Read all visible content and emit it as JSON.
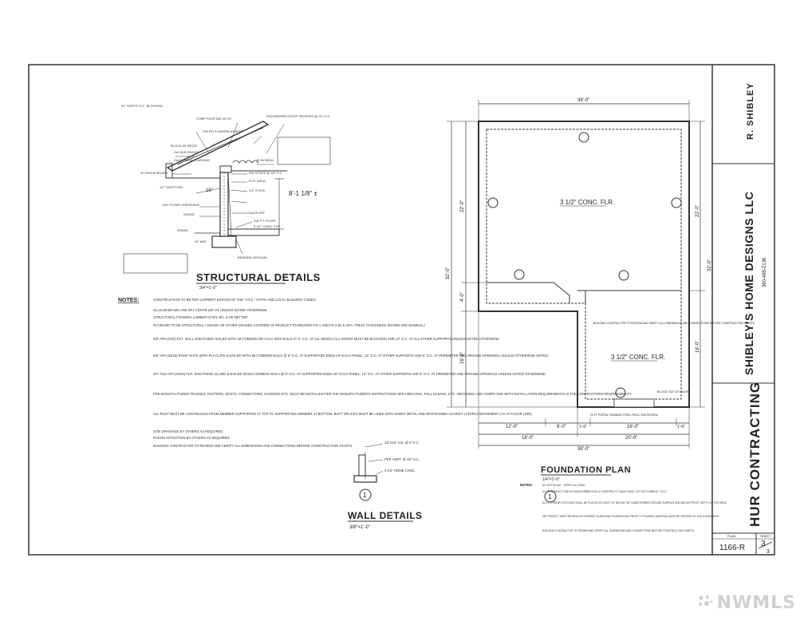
{
  "structural": {
    "title": "STRUCTURAL DETAILS",
    "scale": "3/4\"=1'-0\"",
    "callouts": [
      "24\" SOFFIT O.C. BLOCKING",
      "COMP ROOFING 20 YR",
      "15# FELT UNDERLAYMENT",
      "ENGINEERED ROOF TRUSSES @ 24\" O.C.",
      "BLOCK AS REQ'D",
      "2x4 SUB FASCIA",
      "GALV. ROOF FLASHING",
      "1x FASCIA BOARD",
      "1/2\" SOFFIT BD.",
      "R-38 INSUL.",
      "2x4 STUDS @ 16\" O.C.",
      "R-21 INSUL.",
      "1/2\" G.W.B.",
      "3/8\" PLYWD SHEATHING",
      "SIDING",
      "2x6 PLATE",
      "2x6 P.T. PLATE",
      "3 1/2\" CONC. FLR.",
      "GRADE",
      "24\" MIN.",
      "BEARING GROUND"
    ],
    "height_label": "8'-1 1/8\" ±",
    "span_label": "16\""
  },
  "notes": {
    "heading": "NOTES:",
    "items": [
      "CONSTRUCTION TO BE PER CURRENT EDITION OF THE \"I.R.C.\" STATE AND LOCAL BUILDING CODES.",
      "GLULAM BEAMS AND DFL CONTB 24F-V4 UNLESS NOTED OTHERWISE",
      "STRUCTURAL FRAMING LUMBER IS DFL NO. 2 OR BETTER",
      "PLYWOOD TO BE STRUCTURAL I GRADE OR OTHER GRADES COVERED IN PRODUCT STANDARDS PS 1 AND PS 2-92 & APA / TREAT (THICKNESS SHOWN ARE NOMINAL)",
      "5/8\" APA (2HO) EXT. WALL SHEATHING NAILED WITH 8d COMMON OR GALV. BOX NAILS AT 6\" O.C. AT ALL EDGES (ALL EDGES MUST BE BLOCKED) AND 12\" O.C. AT ALL OTHER SUPPORTS UNLESS NOTED OTHERWISE",
      "5/8\" APA (32/16) ROOF SHTG WITH PLY-CLIPS & NAILED WITH 8d COMMON NAILS @ 6\" O.C. AT SUPPORTED ENDS OF EACH PANEL, 12\" O.C. AT OTHER SUPPORTS AND 6\" O.C. AT PERIMETER AND AROUND OPENINGS UNLESS OTHERWISE NOTED.",
      "3/4\" T&G APA (40/20) FLR. SHEATHING GLUED & NAILED W/10d COMMON NAILS @ 6\" O.C. AT SUPPORTED ENDS OF EACH PANEL, 12\" O.C. AT OTHER SUPPORTS AND 6\" O.C. AT PERIMETER AND AROUND OPENINGS UNLESS NOTED OTHERWISE.",
      "PRE-MANUFACTURED TRUSSES, RAFTERS, JOISTS, CONNECTORS, HANGERS ETC. MUST BE INSTALLED PER THE MANUFACTURER'S INSTRUCTIONS WITH BRACING, FULL NAILING, ETC. OBTAINING AND COMPLYING WITH INSTALLATION REQUIREMENTS IS THE CONTRACTORS RESPONSIBILITY.",
      "ALL POST MUST BE CONTINUOUS FROM MEMBER SUPPORTED AT TOP TO SUPPORTING MEMBER AT BOTTOM. BUTT SPLICES MUST BE LINED WITH SHEET METAL AND RESTRAINED AGAINST LATERAL MOVEMENT (AS AT FLOOR LINE)",
      "SITE DRAINAGE BY OTHERS AS REQUIRED.",
      "RADON MITIGATION BY OTHERS AS REQUIRED.",
      "BUILDING CONTRACTOR TO REVIEW AND VERIFY ALL DIMENSIONS AND CONNECTIONS BEFORE CONSTRUCTION STARTS."
    ]
  },
  "wall": {
    "title": "WALL DETAILS",
    "scale": "3/8\"=1'-0\"",
    "callouts": [
      "1/2\"x10\" A.B. @ 6' O.C.",
      "PER VERT. @ 48\" O.C.",
      "3 1/2\" HOME CONC."
    ],
    "marker": "1"
  },
  "foundation": {
    "title": "FOUNDATION PLAN",
    "scale": "1/4\"=1'-0\"",
    "room_upper": "3 1/2\" CONC. FLR.",
    "room_lower": "3 1/2\" CONC. FLR.",
    "note_inside": "BUILDING CONTRACTOR TO REVIEW AND VERIFY ALL DIMENSIONS AND CONNECTIONS BEFORE CONSTRUCTION STARTS.",
    "block_out": "BLOCK OUT AT DOOR",
    "door_note": "20 FT PORTAL FRAMING STEEL FIELD, SEE REVIEW",
    "dim_top": "38'-0\"",
    "dim_bottom_left": "12'-0\"",
    "dim_bottom_mid": "6'-0\"",
    "dim_bottom_right": "16'-0\"",
    "dim_bottom_gap_a": "1'-6\"",
    "dim_bottom_gap_b": "1'-6\"",
    "dim_bottom_row2_left": "18'-0\"",
    "dim_bottom_row2_right": "20'-0\"",
    "dim_bottom_total": "38'-0\"",
    "dim_left_total": "32'-0\"",
    "dim_left_a": "22'-0\"",
    "dim_left_b": "4'-0\"",
    "dim_left_c": "16'-0\"",
    "dim_right_a": "22'-0\"",
    "dim_right_b": "16'-0\"",
    "dim_right_total": "32'-0\"",
    "marker": "1",
    "notes_heading": "NOTES:",
    "notes": [
      "DO NOT SCALE - VERIFY ALL DIMS",
      "ALL FOOTINGS TO BE IN UNDISTURBED SOIL & CONFORM TO TABLE R403.1 OF THE CURRENT \"I.R.C.\"",
      "ALL EXTERIOR FOOTINGS SHALL BE PLACED AT LEAST 12\" BELOW THE UNDISTURBED GROUND SURFACE AND BELOW FROST DEPTH OF THE AREA.",
      "3/8\" PROJECT MUST REVIEW OR OVERSEE SLABS AND FOUNDATIONS PRIOR TO POURING MATERIAL MUST BE VERIFIED BY SOILS ENGINEER.",
      "BUILDING CONTRACTOR TO REVIEW AND VERIFY ALL DIMENSIONS AND CONNECTIONS BEFORE CONSTRUCTION STARTS."
    ]
  },
  "title_block": {
    "contractor": "HUR CONTRACTING",
    "designer": "SHIBLEY'S HOME DESIGNS LLC",
    "phone": "360-485-2136",
    "drawn_by": "R. SHIBLEY",
    "plan_label": "PLAN",
    "sheet_label": "SHEET",
    "plan_no": "1166-R",
    "sheet_no": "3",
    "sheet_total": "3"
  },
  "watermark": {
    "text": "NWMLS"
  }
}
